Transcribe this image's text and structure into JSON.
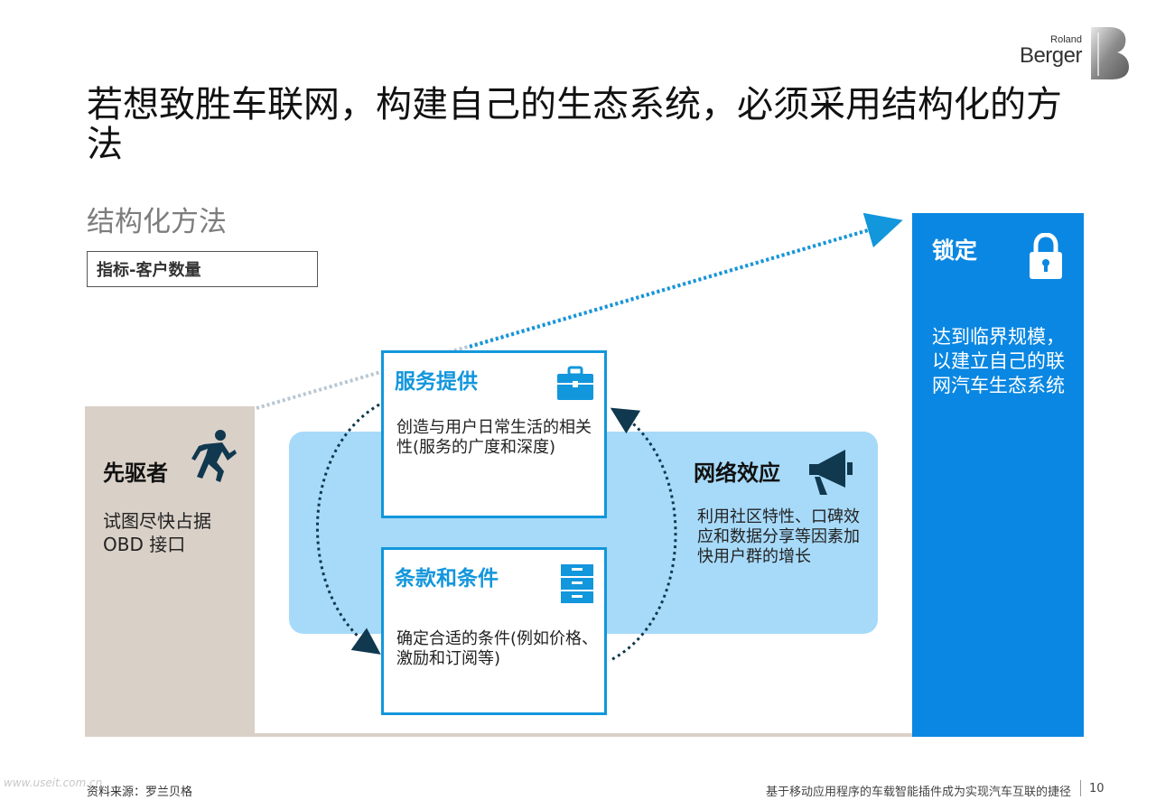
{
  "logo": {
    "line1": "Roland",
    "line2": "Berger"
  },
  "title": "若想致胜车联网，构建自己的生态系统，必须采用结构化的方法",
  "subtitle": "结构化方法",
  "metric_label": "指标-客户数量",
  "pioneer": {
    "title": "先驱者",
    "description": "试图尽快占据OBD 接口",
    "icon": "running-person-icon"
  },
  "service_card": {
    "title": "服务提供",
    "description": "创造与用户日常生活的相关性(服务的广度和深度)",
    "icon": "briefcase-icon"
  },
  "terms_card": {
    "title": "条款和条件",
    "description": "确定合适的条件(例如价格、激励和订阅等)",
    "icon": "filing-cabinet-icon"
  },
  "network": {
    "title": "网络效应",
    "description": "利用社区特性、口碑效应和数据分享等因素加快用户群的增长",
    "icon": "megaphone-icon"
  },
  "lock": {
    "title": "锁定",
    "description": "达到临界规模，以建立自己的联网汽车生态系统",
    "icon": "padlock-icon"
  },
  "footer": {
    "source": "资料来源：罗兰贝格",
    "description": "基于移动应用程序的车载智能插件成为实现汽车互联的捷径",
    "page": "10"
  },
  "watermark": "www.useit.com.cn",
  "colors": {
    "accent": "#1296dc",
    "lock_panel": "#0a87e2",
    "light_band": "#a7daf9",
    "pioneer_band": "#d9d0c8",
    "arrow_dark": "#10384f"
  }
}
